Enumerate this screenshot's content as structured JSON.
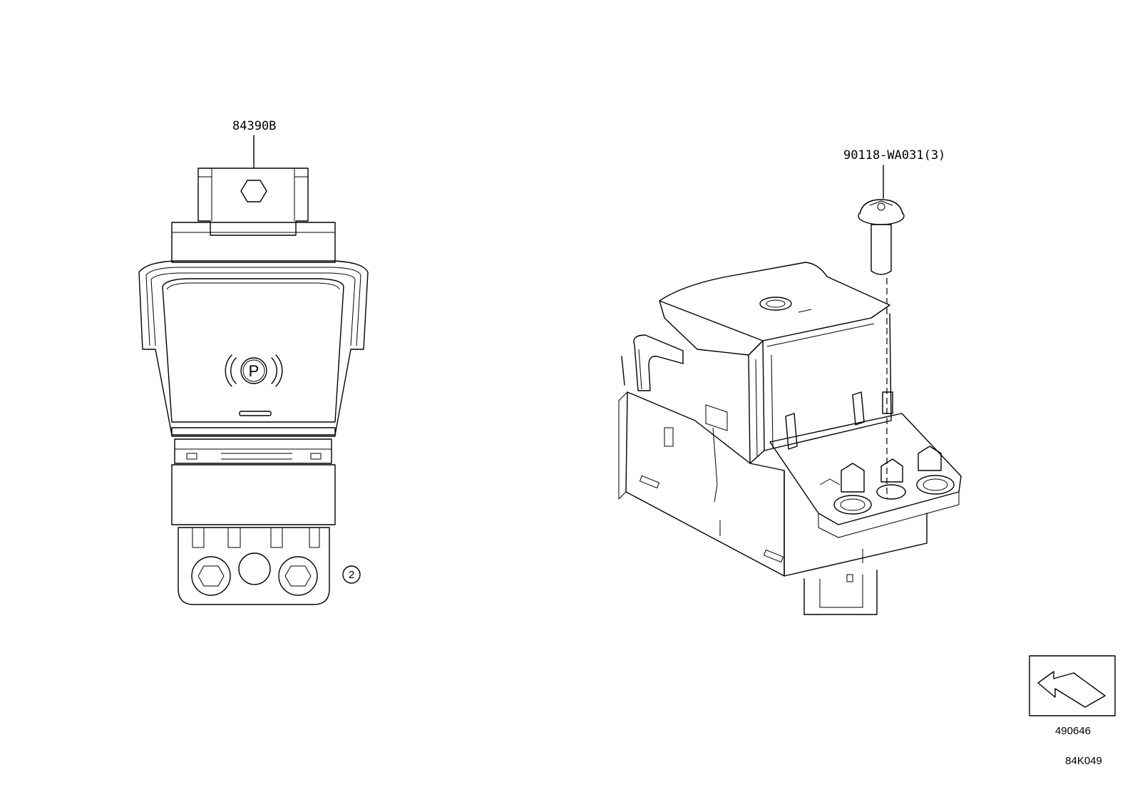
{
  "callouts": {
    "switch_part": "84390B",
    "screw_part": "90118-WA031(3)",
    "ref_number": "2",
    "switch_icon_letter": "P"
  },
  "footer": {
    "view_code": "490646",
    "diagram_code": "84K049"
  }
}
